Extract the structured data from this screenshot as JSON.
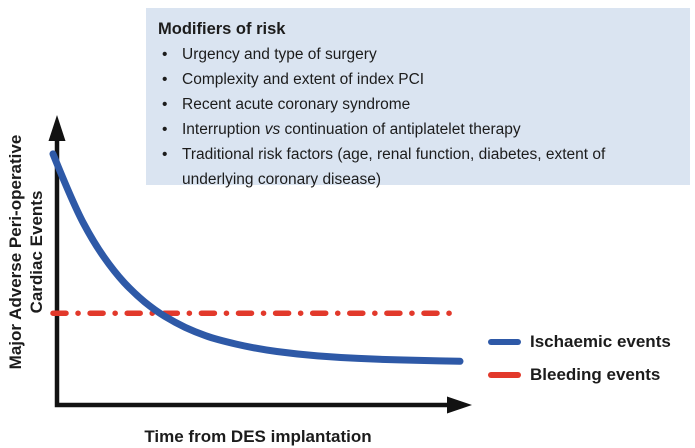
{
  "colors": {
    "background": "#ffffff",
    "box_bg": "#dae4f1",
    "text": "#1c1c1c",
    "axis": "#121212",
    "ischaemic": "#2e59a7",
    "bleeding": "#e2392b"
  },
  "modifiers": {
    "title": "Modifiers of risk",
    "bullet_glyph": "•",
    "items": [
      [
        {
          "t": "Urgency and type of surgery"
        }
      ],
      [
        {
          "t": "Complexity and extent of index PCI"
        }
      ],
      [
        {
          "t": "Recent acute coronary syndrome"
        }
      ],
      [
        {
          "t": "Interruption "
        },
        {
          "t": "vs",
          "italic": true
        },
        {
          "t": " continuation of antiplatelet therapy"
        }
      ],
      [
        {
          "t": "Traditional risk factors (age, renal function, diabetes, extent of underlying coronary disease)"
        }
      ]
    ]
  },
  "axes": {
    "y_label_line1": "Major Adverse Peri-operative",
    "y_label_line2": "Cardiac Events",
    "x_label": "Time from DES implantation"
  },
  "legend": {
    "items": [
      {
        "label": "Ischaemic events",
        "color_key": "ischaemic"
      },
      {
        "label": "Bleeding events",
        "color_key": "bleeding"
      }
    ]
  },
  "chart_data": {
    "type": "line",
    "title": "",
    "xlabel": "Time from DES implantation",
    "ylabel": "Major Adverse Peri-operative Cardiac Events",
    "x_axis": {
      "qualitative": true,
      "range": [
        0,
        10
      ],
      "ticks": []
    },
    "y_axis": {
      "qualitative": true,
      "range": [
        0,
        1
      ],
      "ticks": []
    },
    "grid": false,
    "legend_position": "right",
    "series": [
      {
        "name": "Ischaemic events",
        "style": "solid",
        "color": "#2e59a7",
        "x": [
          0,
          0.5,
          1,
          1.5,
          2,
          2.5,
          3,
          3.5,
          4,
          5,
          6,
          7,
          8,
          9,
          10
        ],
        "values": [
          0.93,
          0.744,
          0.602,
          0.494,
          0.413,
          0.351,
          0.305,
          0.27,
          0.243,
          0.208,
          0.188,
          0.176,
          0.169,
          0.165,
          0.162
        ]
      },
      {
        "name": "Bleeding events",
        "style": "dash-dot",
        "color": "#e2392b",
        "x": [
          0,
          9.75
        ],
        "values": [
          0.34,
          0.34
        ]
      }
    ]
  }
}
